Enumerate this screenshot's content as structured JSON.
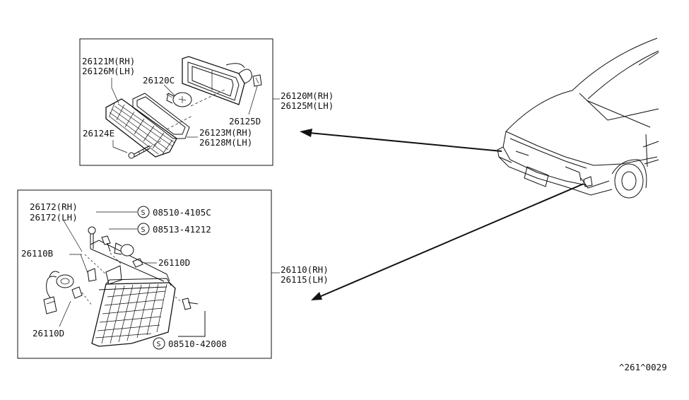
{
  "top_box": {
    "p_26121M": "26121M(RH)",
    "p_26126M": "26126M(LH)",
    "p_26120C": "26120C",
    "p_26124E": "26124E",
    "p_26125D": "26125D",
    "p_26123M": "26123M(RH)",
    "p_26128M": "26128M(LH)"
  },
  "top_assembly": {
    "rh": "26120M(RH)",
    "lh": "26125M(LH)"
  },
  "bottom_box": {
    "p_26172_rh": "26172(RH)",
    "p_26172_lh": "26172(LH)",
    "p_26110B": "26110B",
    "p_26110D_a": "26110D",
    "p_26110D_b": "26110D",
    "screw_1": "08510-4105C",
    "screw_2": "08513-41212",
    "screw_3": "08510-42008",
    "screw_symbol": "S"
  },
  "bottom_assembly": {
    "rh": "26110(RH)",
    "lh": "26115(LH)"
  },
  "diagram_code": "^261^0029"
}
